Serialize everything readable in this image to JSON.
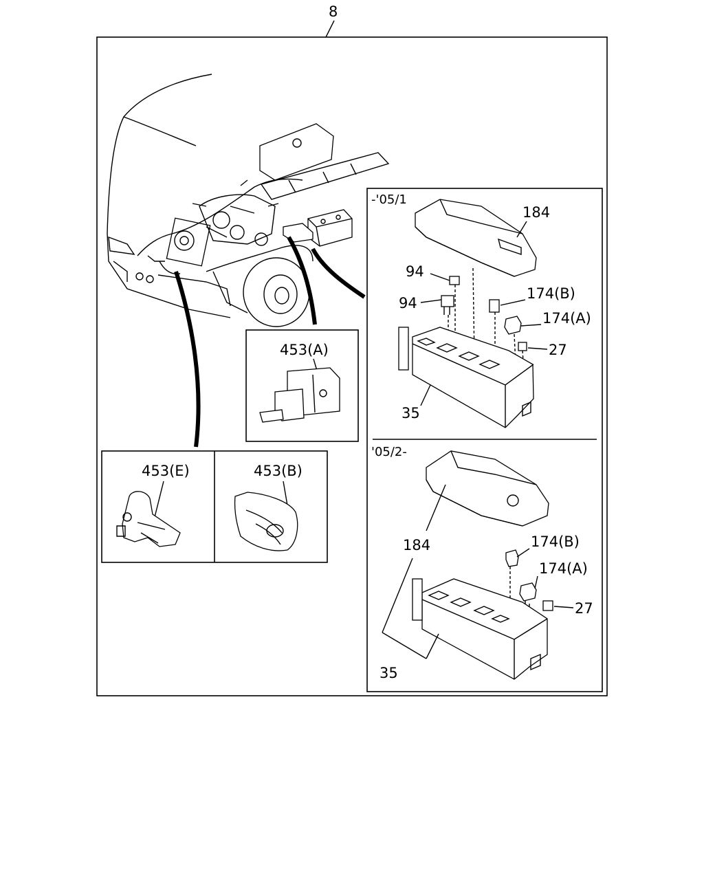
{
  "assembly_number": "8",
  "callouts": {
    "p184_top": "184",
    "p94_a": "94",
    "p94_b": "94",
    "p174b_top": "174(B)",
    "p174a_top": "174(A)",
    "p27_top": "27",
    "p35_top": "35",
    "p453a": "453(A)",
    "p453e": "453(E)",
    "p453b": "453(B)",
    "p184_bottom": "184",
    "p174b_bottom": "174(B)",
    "p174a_bottom": "174(A)",
    "p27_bottom": "27",
    "p35_bottom": "35"
  },
  "variants": {
    "upper": "-'05/1",
    "lower": "'05/2-"
  },
  "colors": {
    "line": "#000000",
    "background": "#ffffff"
  }
}
